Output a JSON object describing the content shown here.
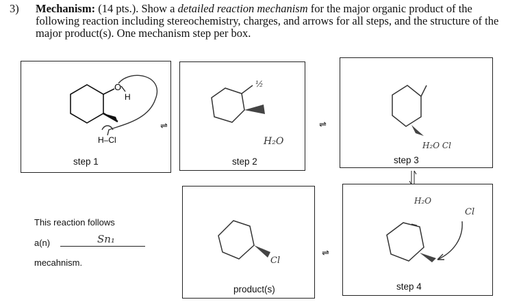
{
  "question": {
    "number": "3)",
    "title_bold": "Mechanism:",
    "points": " (14 pts.). Show a ",
    "italic_1": "detailed reaction mechanism",
    "text_2": " for the major organic product of the following reaction including stereochemistry, charges, and arrows for all steps, and the structure of the major product(s). One mechanism step per box."
  },
  "boxes": [
    {
      "label": "step 1",
      "atoms": {
        "o": "O",
        "h": "H",
        "hcl": "H–Cl"
      }
    },
    {
      "label": "step 2",
      "handwriting": {
        "top": "½",
        "water": "H₂O"
      }
    },
    {
      "label": "step 3",
      "handwriting": {
        "water_cl": "H₂O  Cl"
      }
    },
    {
      "label": "step 4",
      "handwriting": {
        "water": "H₂O",
        "cl": "Cl"
      }
    },
    {
      "label": "product(s)",
      "handwriting": {
        "cl": "Cl"
      }
    }
  ],
  "reaction_type": {
    "line1": "This reaction follows",
    "line2_prefix": "a(n)",
    "answer": "Sn₁",
    "line3": "mecahnism."
  },
  "arrows": {
    "equilibrium": "⇌"
  }
}
